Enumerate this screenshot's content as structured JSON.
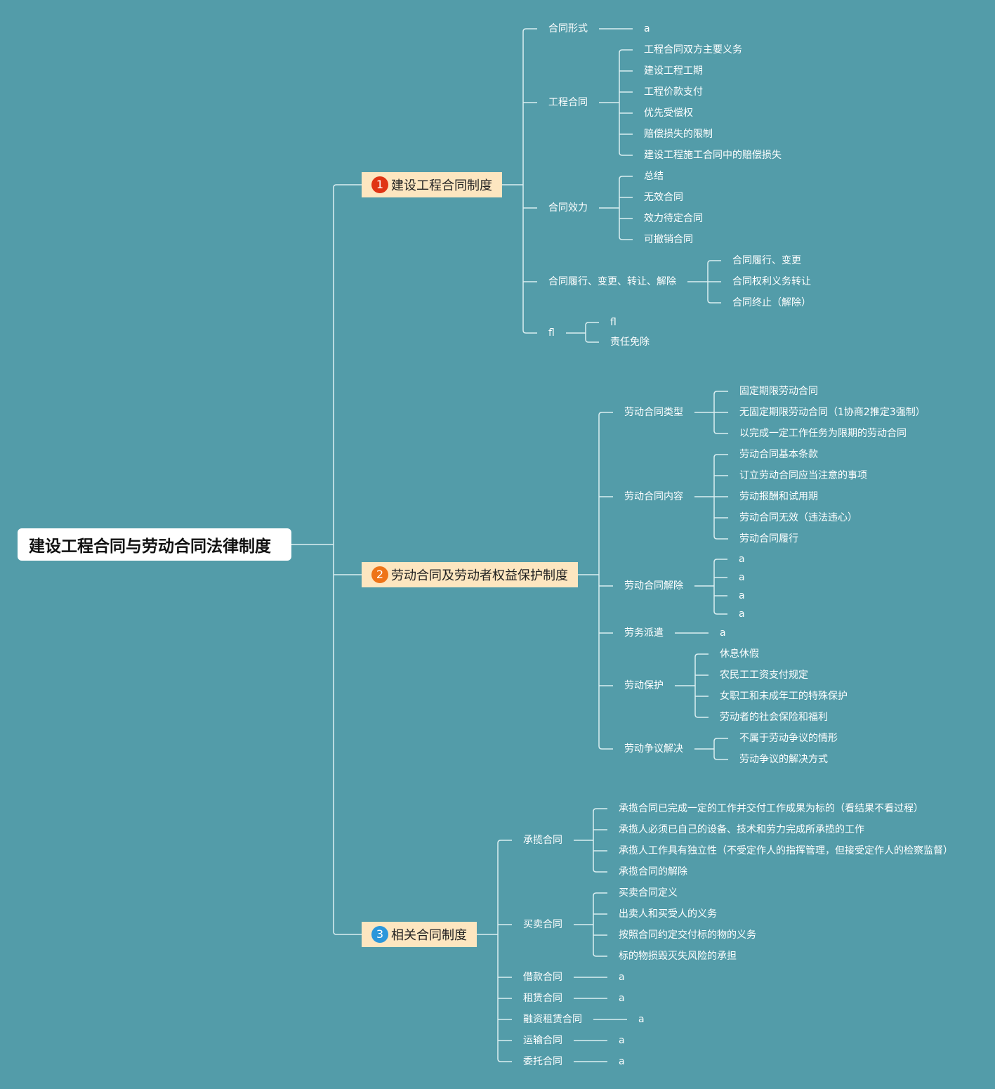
{
  "colors": {
    "background": "#539ca9",
    "line": "#dbeef1",
    "branch_fill": "#fde6c0",
    "badge_1": "#e03414",
    "badge_2": "#ee7418",
    "badge_3": "#2b97db"
  },
  "root": "建设工程合同与劳动合同法律制度",
  "branches": [
    {
      "number": "1",
      "label": "建设工程合同制度",
      "children": [
        {
          "label": "合同形式",
          "children": [
            "a"
          ]
        },
        {
          "label": "工程合同",
          "children": [
            "工程合同双方主要义务",
            "建设工程工期",
            "工程价款支付",
            "优先受偿权",
            "赔偿损失的限制",
            "建设工程施工合同中的赔偿损失"
          ]
        },
        {
          "label": "合同效力",
          "children": [
            "总结",
            "无效合同",
            "效力待定合同",
            "可撤销合同"
          ]
        },
        {
          "label": "合同履行、变更、转让、解除",
          "children": [
            "合同履行、变更",
            "合同权利义务转让",
            "合同终止（解除）"
          ]
        },
        {
          "label": "fl",
          "children": [
            "fl",
            "责任免除"
          ]
        }
      ]
    },
    {
      "number": "2",
      "label": "劳动合同及劳动者权益保护制度",
      "children": [
        {
          "label": "劳动合同类型",
          "children": [
            "固定期限劳动合同",
            "无固定期限劳动合同（1协商2推定3强制）",
            "以完成一定工作任务为限期的劳动合同"
          ]
        },
        {
          "label": "劳动合同内容",
          "children": [
            "劳动合同基本条款",
            "订立劳动合同应当注意的事项",
            "劳动报酬和试用期",
            "劳动合同无效（违法违心）",
            "劳动合同履行"
          ]
        },
        {
          "label": "劳动合同解除",
          "children": [
            "a",
            "a",
            "a",
            "a"
          ]
        },
        {
          "label": "劳务派遣",
          "children": [
            "a"
          ]
        },
        {
          "label": "劳动保护",
          "children": [
            "休息休假",
            "农民工工资支付规定",
            "女职工和未成年工的特殊保护",
            "劳动者的社会保险和福利"
          ]
        },
        {
          "label": "劳动争议解决",
          "children": [
            "不属于劳动争议的情形",
            "劳动争议的解决方式"
          ]
        }
      ]
    },
    {
      "number": "3",
      "label": "相关合同制度",
      "children": [
        {
          "label": "承揽合同",
          "children": [
            "承揽合同已完成一定的工作并交付工作成果为标的（看结果不看过程）",
            "承揽人必须已自己的设备、技术和劳力完成所承揽的工作",
            "承揽人工作具有独立性（不受定作人的指挥管理，但接受定作人的检察监督）",
            "承揽合同的解除"
          ]
        },
        {
          "label": "买卖合同",
          "children": [
            "买卖合同定义",
            "出卖人和买受人的义务",
            "按照合同约定交付标的物的义务",
            "标的物损毁灭失风险的承担"
          ]
        },
        {
          "label": "借款合同",
          "children": [
            "a"
          ]
        },
        {
          "label": "租赁合同",
          "children": [
            "a"
          ]
        },
        {
          "label": "融资租赁合同",
          "children": [
            "a"
          ]
        },
        {
          "label": "运输合同",
          "children": [
            "a"
          ]
        },
        {
          "label": "委托合同",
          "children": [
            "a"
          ]
        }
      ]
    }
  ]
}
